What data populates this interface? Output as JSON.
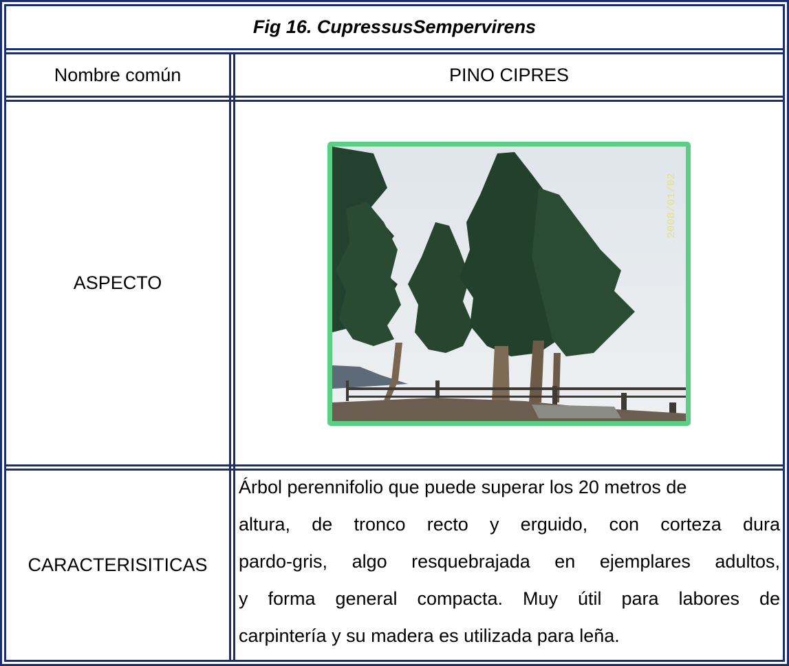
{
  "figure": {
    "title": "Fig 16. CupressusSempervirens"
  },
  "rows": [
    {
      "label": "Nombre común",
      "value": "PINO CIPRES"
    },
    {
      "label": "ASPECTO"
    },
    {
      "label": "CARACTERISITICAS",
      "lines": [
        "Árbol perennifolio que puede superar los 20  metros de",
        "altura, de tronco recto y erguido,  con corteza dura",
        "pardo-gris, algo  resquebrajada en ejemplares adultos,",
        "y forma  general compacta. Muy útil para labores de",
        "carpintería y su madera es utilizada para leña."
      ]
    }
  ],
  "photo": {
    "date_stamp": "2008/01/02",
    "frame_color": "#5ccf86"
  },
  "colors": {
    "border": "#1c2f6b"
  }
}
